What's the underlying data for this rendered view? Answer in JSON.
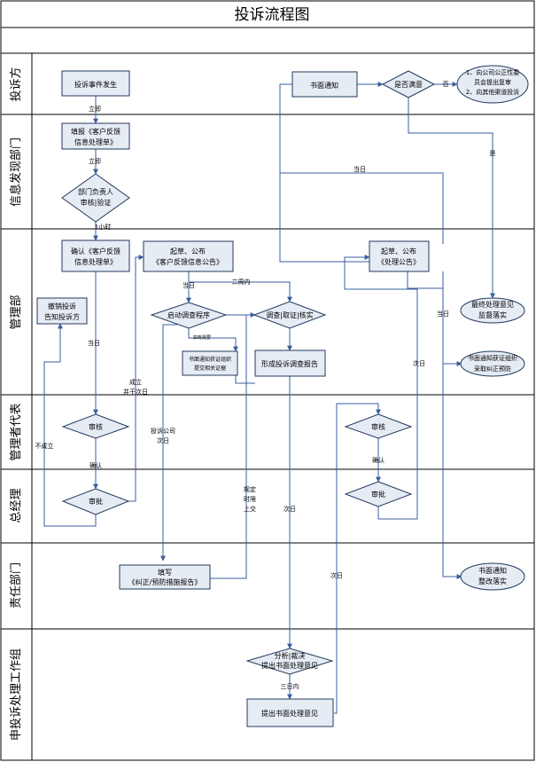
{
  "title": "投诉流程图",
  "lanes": [
    {
      "id": "complainant",
      "label": "投诉方"
    },
    {
      "id": "info_dept",
      "label": "信息发现部门"
    },
    {
      "id": "mgmt",
      "label": "管理部"
    },
    {
      "id": "mgmt_rep",
      "label": "管理者代表"
    },
    {
      "id": "gm",
      "label": "总经理"
    },
    {
      "id": "resp_dept",
      "label": "责任部门"
    },
    {
      "id": "group",
      "label": "申投诉处理工作组"
    }
  ],
  "nodes": [
    {
      "id": "n_event",
      "lines": [
        "投诉事件发生"
      ]
    },
    {
      "id": "n_notice",
      "lines": [
        "书面通知"
      ]
    },
    {
      "id": "n_satisfied",
      "lines": [
        "是否满意"
      ]
    },
    {
      "id": "n_appeal",
      "lines": [
        "1、向公司公正性委",
        "员会提出复审",
        "2、向其他渠道投诉"
      ]
    },
    {
      "id": "n_fill",
      "lines": [
        "填报《客户反馈",
        "信息处理单》"
      ]
    },
    {
      "id": "n_review_dept",
      "lines": [
        "部门负责人",
        "审核|验证"
      ]
    },
    {
      "id": "n_confirm",
      "lines": [
        "确认《客户反馈",
        "信息处理单》"
      ]
    },
    {
      "id": "n_draft1",
      "lines": [
        "起草、公布",
        "《客户反馈信息公告》"
      ]
    },
    {
      "id": "n_draft2",
      "lines": [
        "起草、公布",
        "《处理公告》"
      ]
    },
    {
      "id": "n_revoke",
      "lines": [
        "撤销投诉",
        "告知投诉方"
      ]
    },
    {
      "id": "n_start",
      "lines": [
        "启动调查程序"
      ]
    },
    {
      "id": "n_investigate",
      "lines": [
        "调查|取证|核实"
      ]
    },
    {
      "id": "n_final",
      "lines": [
        "最终处理意见",
        "监督落实"
      ]
    },
    {
      "id": "n_notify_evidence",
      "lines": [
        "书面通知获证组织",
        "提交相关证据"
      ]
    },
    {
      "id": "n_report",
      "lines": [
        "形成投诉调查报告"
      ]
    },
    {
      "id": "n_notify_prevent",
      "lines": [
        "书面通知获证组织",
        "采取纠正预防"
      ]
    },
    {
      "id": "n_audit1",
      "lines": [
        "审核"
      ]
    },
    {
      "id": "n_audit2",
      "lines": [
        "审核"
      ]
    },
    {
      "id": "n_approve1",
      "lines": [
        "审批"
      ]
    },
    {
      "id": "n_approve2",
      "lines": [
        "审批"
      ]
    },
    {
      "id": "n_fill_corrective",
      "lines": [
        "填写",
        "《纠正/预防措施报告》"
      ]
    },
    {
      "id": "n_rectify",
      "lines": [
        "书面通知",
        "整改落实"
      ]
    },
    {
      "id": "n_analyze",
      "lines": [
        "分析|裁决",
        "提出书面处理意见"
      ]
    },
    {
      "id": "n_propose",
      "lines": [
        "提出书面处理意见"
      ]
    }
  ],
  "edge_labels": [
    {
      "id": "l_immediate1",
      "text": "立即"
    },
    {
      "id": "l_immediate2",
      "text": "立即"
    },
    {
      "id": "l_1hour",
      "text": "1小时"
    },
    {
      "id": "l_sameday1",
      "text": "当日"
    },
    {
      "id": "l_sameday2",
      "text": "当日"
    },
    {
      "id": "l_sameday3",
      "text": "当日"
    },
    {
      "id": "l_no",
      "text": "否"
    },
    {
      "id": "l_yes",
      "text": "是"
    },
    {
      "id": "l_twoweeks",
      "text": "二周内"
    },
    {
      "id": "l_if_needed",
      "text": "如有需要"
    },
    {
      "id": "l_nextday1",
      "text": "次日"
    },
    {
      "id": "l_nextday2",
      "text": "次日"
    },
    {
      "id": "l_nextday3",
      "text": "次日"
    },
    {
      "id": "l_established",
      "text": "成立"
    },
    {
      "id": "l_and_nextday",
      "text": "并于次日"
    },
    {
      "id": "l_company",
      "text": "投诉公司"
    },
    {
      "id": "l_company_nextday",
      "text": "次日"
    },
    {
      "id": "l_confirm1",
      "text": "确认"
    },
    {
      "id": "l_confirm2",
      "text": "确认"
    },
    {
      "id": "l_not_established",
      "text": "不成立"
    },
    {
      "id": "l_deadline",
      "text": "规定"
    },
    {
      "id": "l_deadline2",
      "text": "时限"
    },
    {
      "id": "l_deadline3",
      "text": "上交"
    },
    {
      "id": "l_within3",
      "text": "三日内"
    },
    {
      "id": "l_sameday4",
      "text": "当日"
    }
  ]
}
